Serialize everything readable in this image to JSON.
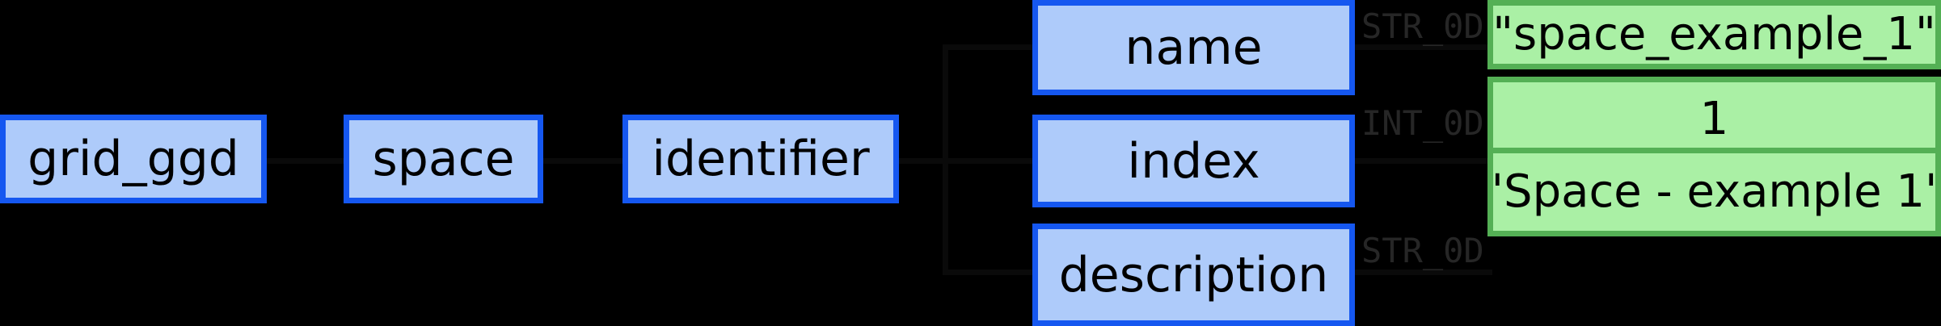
{
  "diagram": {
    "kind": "ids-data-dictionary-tree",
    "background_color": "#000000",
    "structure_node_fill": "#aecbfa",
    "structure_node_border": "#1557f0",
    "value_node_fill": "#aaf0a5",
    "value_node_border": "#54b055",
    "type_label_color": "#262626"
  },
  "nodes": {
    "root": {
      "label": "grid_ggd"
    },
    "level2": {
      "label": "space"
    },
    "level3": {
      "label": "identifier"
    },
    "leaf_name": {
      "label": "name"
    },
    "leaf_index": {
      "label": "index"
    },
    "leaf_description": {
      "label": "description"
    }
  },
  "types": {
    "name": "STR_0D",
    "index": "INT_0D",
    "description": "STR_0D"
  },
  "values": {
    "name": "\"space_example_1\"",
    "index": "1",
    "description": "\"Space - example 1\""
  }
}
